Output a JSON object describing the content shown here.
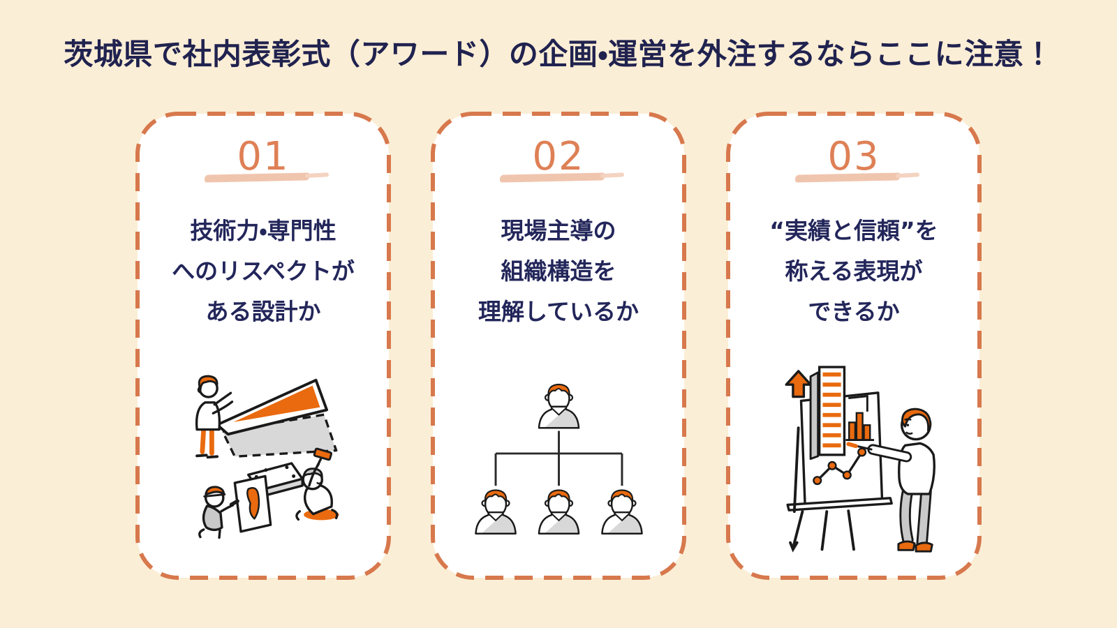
{
  "page": {
    "title": "茨城県で社内表彰式（アワード）の企画・運営を外注するならここに注意！",
    "background_color": "#FBEED6",
    "title_color": "#20224F",
    "heading_color": "#23265A",
    "accent_border_color": "#D7784D",
    "number_color": "#DE8055",
    "underline_color": "#F0C5AE",
    "illustration_orange": "#E96A0F",
    "illustration_gray": "#D8D8D8",
    "card_background": "#FFFFFF"
  },
  "cards": [
    {
      "number": "01",
      "lines": [
        "技術力・専門性",
        "へのリスペクトが",
        "ある設計か"
      ],
      "illustration": "workers-assembling-award-panel"
    },
    {
      "number": "02",
      "lines": [
        "現場主導の",
        "組織構造を",
        "理解しているか"
      ],
      "illustration": "organization-chart-people"
    },
    {
      "number": "03",
      "lines": [
        "“実績と信頼”を",
        "称える表現が",
        "できるか"
      ],
      "illustration": "presenter-with-growth-charts"
    }
  ]
}
